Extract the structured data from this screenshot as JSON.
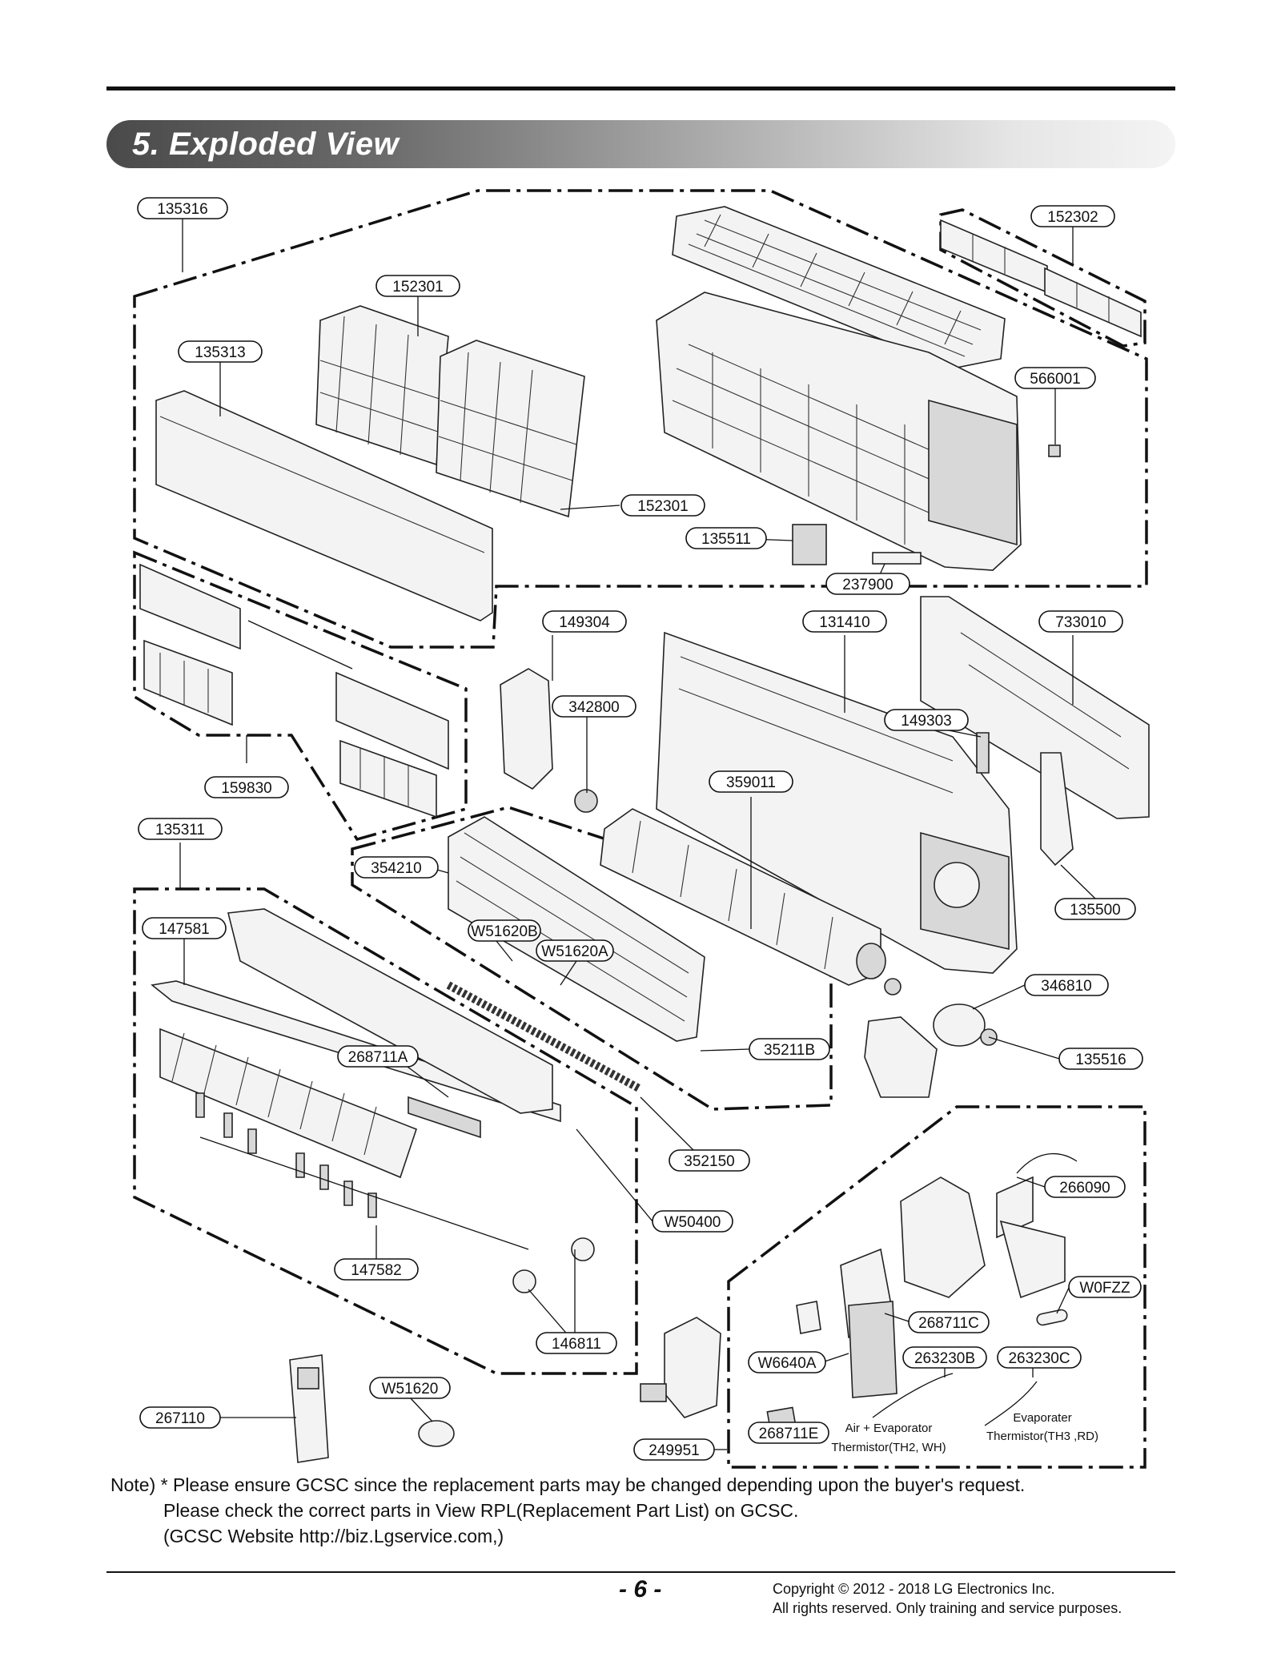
{
  "section_title": "5. Exploded View",
  "callouts": {
    "c135316": "135316",
    "c152302": "152302",
    "c152301a": "152301",
    "c135313": "135313",
    "c566001": "566001",
    "c152301b": "152301",
    "c135511": "135511",
    "c237900": "237900",
    "c149304": "149304",
    "c131410": "131410",
    "c733010": "733010",
    "c342800": "342800",
    "c149303": "149303",
    "c159830": "159830",
    "c359011": "359011",
    "c135311": "135311",
    "c354210": "354210",
    "c135500": "135500",
    "c147581": "147581",
    "cW51620B": "W51620B",
    "cW51620A": "W51620A",
    "c346810": "346810",
    "c268711A": "268711A",
    "c35211B": "35211B",
    "c135516": "135516",
    "c352150": "352150",
    "c266090": "266090",
    "cW50400": "W50400",
    "c147582": "147582",
    "cW0FZZ": "W0FZZ",
    "c268711C": "268711C",
    "c146811": "146811",
    "cW6640A": "W6640A",
    "c263230B": "263230B",
    "c263230C": "263230C",
    "cW51620": "W51620",
    "c267110": "267110",
    "c268711E": "268711E",
    "c249951": "249951"
  },
  "thermistor_labels": {
    "air_line1": "Air + Evaporator",
    "air_line2": "Thermistor(TH2, WH)",
    "evap_line1": "Evaporater",
    "evap_line2": "Thermistor(TH3 ,RD)"
  },
  "note": {
    "line1": "Note) * Please ensure GCSC since the replacement parts may be changed depending upon the buyer's request.",
    "line2": "Please check  the correct parts in View RPL(Replacement Part List) on GCSC.",
    "line3": "(GCSC Website  http://biz.Lgservice.com,)"
  },
  "page_number": "- 6 -",
  "copyright": {
    "line1": "Copyright © 2012 - 2018 LG Electronics Inc.",
    "line2": "All rights reserved. Only training and service purposes."
  },
  "colors": {
    "title_bar_dark": "#4a4a4a",
    "title_bar_light": "#f4f4f4",
    "ink": "#111111"
  }
}
